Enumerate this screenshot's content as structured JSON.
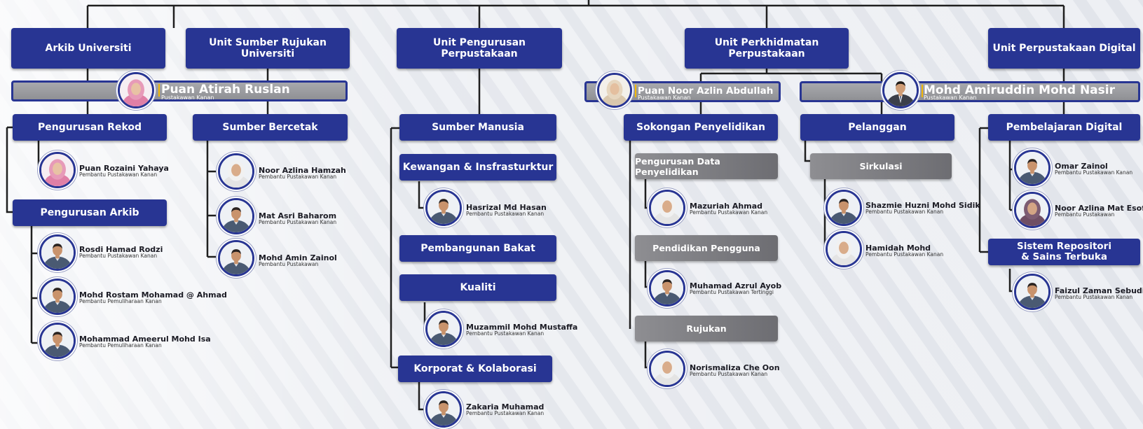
{
  "colors": {
    "unit_box": "#283593",
    "sub_box": "#7d7d82",
    "bar_bg": "#9b9ca0",
    "accent": "#f2b705",
    "line": "#1f1f1f",
    "background": "#eef0f4"
  },
  "units": {
    "arkib": "Arkib Universiti",
    "sumber_rujukan": "Unit Sumber Rujukan Universiti",
    "pengurusan": "Unit Pengurusan Perpustakaan",
    "perkhidmatan": "Unit Perkhidmatan Perpustakaan",
    "digital": "Unit Perpustakaan Digital"
  },
  "leaders": {
    "atirah": {
      "name": "Puan Atirah Ruslan",
      "title": "Pustakawan Kanan",
      "avatar": "female-hijab-pink"
    },
    "noor_azlin": {
      "name": "Puan Noor Azlin Abdullah",
      "title": "Pustakawan Kanan",
      "avatar": "female-hijab-beige"
    },
    "amiruddin": {
      "name": "Mohd Amiruddin Mohd Nasir",
      "title": "Pustakawan Kanan",
      "avatar": "male-suit"
    }
  },
  "sections": {
    "rekod": "Pengurusan Rekod",
    "arkib": "Pengurusan Arkib",
    "bercetak": "Sumber Bercetak",
    "manusia": "Sumber Manusia",
    "kewangan": "Kewangan & Insfrasturktur",
    "bakat": "Pembangunan Bakat",
    "kualiti": "Kualiti",
    "korporat": "Korporat & Kolaborasi",
    "penyelidikan": "Sokongan Penyelidikan",
    "pelanggan": "Pelanggan",
    "pembelajaran": "Pembelajaran Digital",
    "repositori": "Sistem Repositori\n& Sains Terbuka"
  },
  "subsections": {
    "data": "Pengurusan Data Penyelidikan",
    "pendidikan": "Pendidikan Pengguna",
    "rujukan": "Rujukan",
    "sirkulasi": "Sirkulasi"
  },
  "staff": {
    "rozaini": {
      "name": "Puan Rozaini Yahaya",
      "title": "Pembantu Pustakawan Kanan",
      "avatar": "female-hijab-pink"
    },
    "rosdi": {
      "name": "Rosdi Hamad Rodzi",
      "title": "Pembantu Pustakawan Kanan",
      "avatar": "male-uniform"
    },
    "rostam": {
      "name": "Mohd Rostam Mohamad @ Ahmad",
      "title": "Pembantu Pemuliharaan Kanan",
      "avatar": "male-uniform"
    },
    "ameerul": {
      "name": "Mohammad Ameerul Mohd Isa",
      "title": "Pembantu Pemuliharaan Kanan",
      "avatar": "male-uniform"
    },
    "noor_hamzah": {
      "name": "Noor Azlina Hamzah",
      "title": "Pembantu Pustakawan Kanan",
      "avatar": "female-hijab-white"
    },
    "asri": {
      "name": "Mat Asri Baharom",
      "title": "Pembantu Pustakawan Kanan",
      "avatar": "male-uniform"
    },
    "amin": {
      "name": "Mohd Amin Zainol",
      "title": "Pembantu Pustakawan",
      "avatar": "male-uniform"
    },
    "hasrizal": {
      "name": "Hasrizal Md Hasan",
      "title": "Pembantu Pustakawan Kanan",
      "avatar": "male-uniform"
    },
    "muzammil": {
      "name": "Muzammil Mohd Mustaffa",
      "title": "Pembantu Pustakawan Kanan",
      "avatar": "male-uniform"
    },
    "zakaria": {
      "name": "Zakaria Muhamad",
      "title": "Pembantu Pustakawan Kanan",
      "avatar": "male-uniform"
    },
    "mazuriah": {
      "name": "Mazuriah Ahmad",
      "title": "Pembantu Pustakawan Kanan",
      "avatar": "female-hijab-white"
    },
    "azrul": {
      "name": "Muhamad Azrul Ayob",
      "title": "Pembantu Pustakawan Tertinggi",
      "avatar": "male-uniform"
    },
    "norismaliza": {
      "name": "Norismaliza Che Oon",
      "title": "Pembantu Pustakawan Kanan",
      "avatar": "female-hijab-white"
    },
    "shazmie": {
      "name": "Shazmie Huzni Mohd Sidik",
      "title": "Pembantu Pustakawan Kanan",
      "avatar": "male-uniform"
    },
    "hamidah": {
      "name": "Hamidah Mohd",
      "title": "Pembantu Pustakawan Kanan",
      "avatar": "female-hijab-white"
    },
    "omar": {
      "name": "Omar Zainol",
      "title": "Pembantu Pustakawan Kanan",
      "avatar": "male-uniform"
    },
    "noor_esoff": {
      "name": "Noor Azlina Mat Esoff",
      "title": "Pembantu Pustakawan",
      "avatar": "female-hijab-dark"
    },
    "faizul": {
      "name": "Faizul Zaman Sebudin",
      "title": "Pembantu Pustakawan Kanan",
      "avatar": "male-uniform"
    }
  }
}
